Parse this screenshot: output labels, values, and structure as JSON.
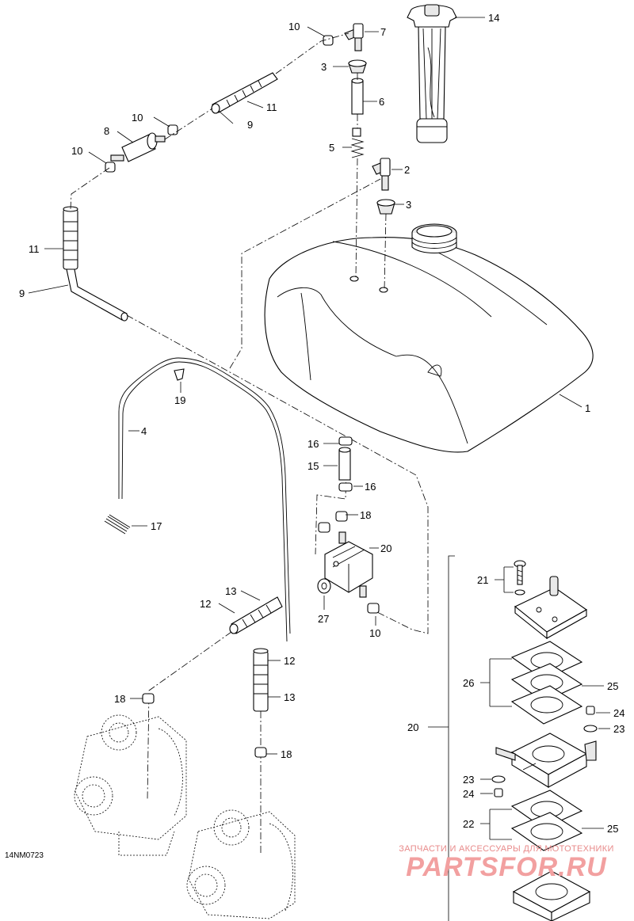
{
  "diagram_code": "14NM0723",
  "callouts": {
    "c1": "1",
    "c2": "2",
    "c3a": "3",
    "c3b": "3",
    "c4": "4",
    "c5": "5",
    "c6": "6",
    "c7": "7",
    "c8": "8",
    "c9a": "9",
    "c9b": "9",
    "c10a": "10",
    "c10b": "10",
    "c10c": "10",
    "c10d": "10",
    "c11a": "11",
    "c11b": "11",
    "c12a": "12",
    "c12b": "12",
    "c13a": "13",
    "c13b": "13",
    "c14": "14",
    "c15": "15",
    "c16a": "16",
    "c16b": "16",
    "c17": "17",
    "c18a": "18",
    "c18b": "18",
    "c18c": "18",
    "c19": "19",
    "c20a": "20",
    "c20b": "20",
    "c21": "21",
    "c22": "22",
    "c23a": "23",
    "c23b": "23",
    "c24a": "24",
    "c24b": "24",
    "c25a": "25",
    "c25b": "25",
    "c26": "26",
    "c27": "27"
  },
  "watermark": {
    "subtitle": "ЗАПЧАСТИ И АКСЕССУАРЫ ДЛЯ МОТОТЕХНИКИ",
    "brand": "PARTSFOR.RU"
  }
}
